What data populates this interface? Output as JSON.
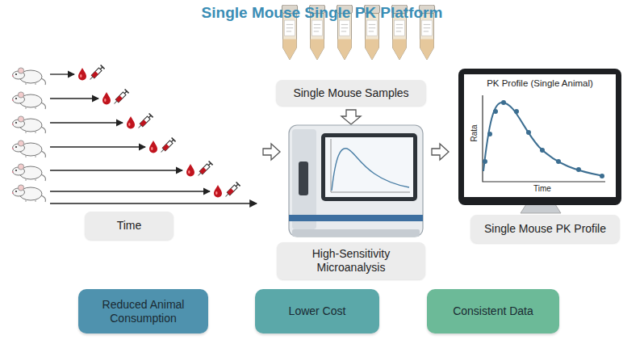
{
  "diagram": {
    "title": "Single Mouse Single PK Platform",
    "nodes": [
      {
        "text": [
          "Time"
        ]
      },
      {
        "text": [
          "Single Mouse Samples"
        ]
      },
      {
        "text": [
          "High-Sensitivity Microanalysis"
        ]
      },
      {
        "text": [
          "Single Mouse PK Profile"
        ]
      },
      {
        "text": [
          "Reduced Animal Consumption"
        ]
      },
      {
        "text": [
          "Lower Cost"
        ]
      },
      {
        "text": [
          "Consistent Data"
        ]
      }
    ],
    "labels": [
      "PK Profile (Single Animal)",
      "Rata",
      "Time"
    ]
  }
}
